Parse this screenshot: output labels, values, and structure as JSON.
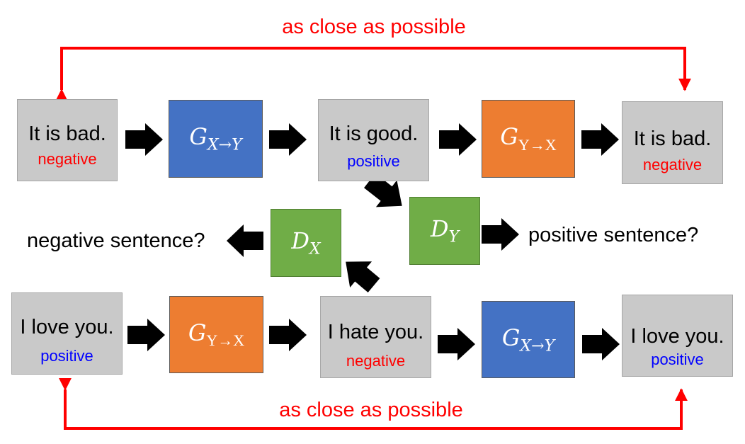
{
  "top_feedback": {
    "label": "as close as possible"
  },
  "bottom_feedback": {
    "label": "as close as possible"
  },
  "top_row": {
    "input": {
      "text": "It is bad.",
      "label": "negative"
    },
    "gen1": {
      "base": "G",
      "sub": "X→Y"
    },
    "middle": {
      "text": "It is good.",
      "label": "positive"
    },
    "gen2": {
      "base": "G",
      "sub": "Y→X"
    },
    "output": {
      "text": "It is bad.",
      "label": "negative"
    }
  },
  "bottom_row": {
    "input": {
      "text": "I love you.",
      "label": "positive"
    },
    "gen1": {
      "base": "G",
      "sub": "Y→X"
    },
    "middle": {
      "text": "I hate you.",
      "label": "negative"
    },
    "gen2": {
      "base": "G",
      "sub": "X→Y"
    },
    "output": {
      "text": "I love you.",
      "label": "positive"
    }
  },
  "discriminator_x": {
    "base": "D",
    "sub": "X",
    "question": "negative sentence?"
  },
  "discriminator_y": {
    "base": "D",
    "sub": "Y",
    "question": "positive sentence?"
  },
  "colors": {
    "feedback": "#ff0000",
    "negative": "#ff0000",
    "positive": "#0000ff",
    "gen_xy": "#4472c4",
    "gen_yx": "#ed7d31",
    "discriminator": "#70ad47",
    "sentence_box": "#c9c9c9"
  }
}
